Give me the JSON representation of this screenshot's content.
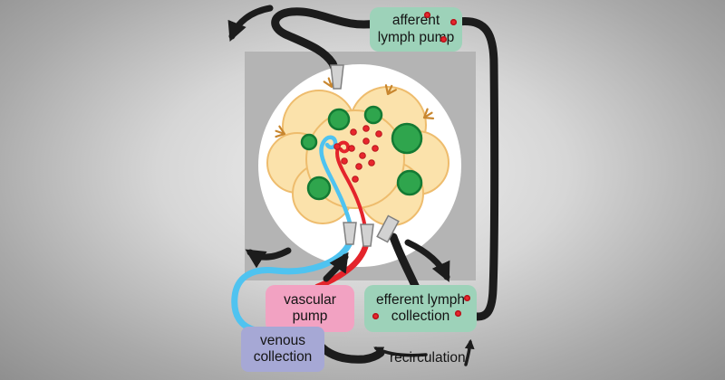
{
  "diagram": {
    "boxes": {
      "afferent_pump": {
        "label": "afferent\nlymph pump",
        "color": "#9dd2b9"
      },
      "efferent_collection": {
        "label": "efferent lymph\ncollection",
        "color": "#9dd2b9"
      },
      "vascular_pump": {
        "label": "vascular\npump",
        "color": "#f2a2c2"
      },
      "venous_collection": {
        "label": "venous\ncollection",
        "color": "#a6a8d5"
      }
    },
    "annotations": {
      "recirculation": "recirculation"
    },
    "colors": {
      "background_gray": "#c7c7c7",
      "chip_gray": "#b4b4b4",
      "window_white": "#ffffff",
      "node_body": "#fbe2ab",
      "node_outline": "#eebc6d",
      "follicle_green": "#2fa54d",
      "follicle_outline": "#137a33",
      "cell_red": "#e8262d",
      "tube_black": "#1c1c1c",
      "tube_blue": "#4fc3f0",
      "tube_red": "#e4242b",
      "cannula_gray": "#d2d2d2"
    }
  }
}
